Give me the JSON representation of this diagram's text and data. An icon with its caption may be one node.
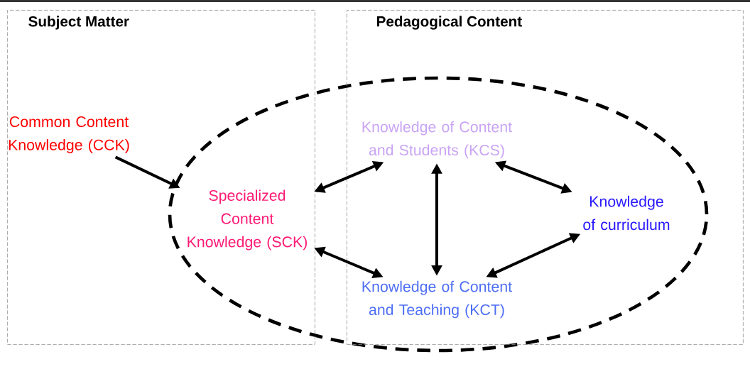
{
  "diagram": {
    "nodes": [
      {
        "text": [
          "Subject Matter"
        ]
      },
      {
        "text": [
          "Pedagogical Content"
        ]
      },
      {
        "text": [
          "Common Content Knowledge (CCK)"
        ],
        "in": 0
      },
      {
        "text": [
          "Specialized Content Knowledge (SCK)"
        ],
        "in": 0
      },
      {
        "text": [
          "Knowledge of Content and Students (KCS)"
        ],
        "in": 1
      },
      {
        "text": [
          "Knowledge of curriculum"
        ],
        "in": 1
      },
      {
        "text": [
          "Knowledge of Content and Teaching (KCT)"
        ],
        "in": 1
      }
    ],
    "edges": [
      {
        "from": 2,
        "to": 3,
        "arrow": "to"
      },
      {
        "from": 3,
        "to": 4,
        "arrow": "both"
      },
      {
        "from": 4,
        "to": 5,
        "arrow": "both"
      },
      {
        "from": 4,
        "to": 6,
        "arrow": "both"
      },
      {
        "from": 3,
        "to": 6,
        "arrow": "both"
      },
      {
        "from": 6,
        "to": 5,
        "arrow": "both"
      }
    ]
  }
}
